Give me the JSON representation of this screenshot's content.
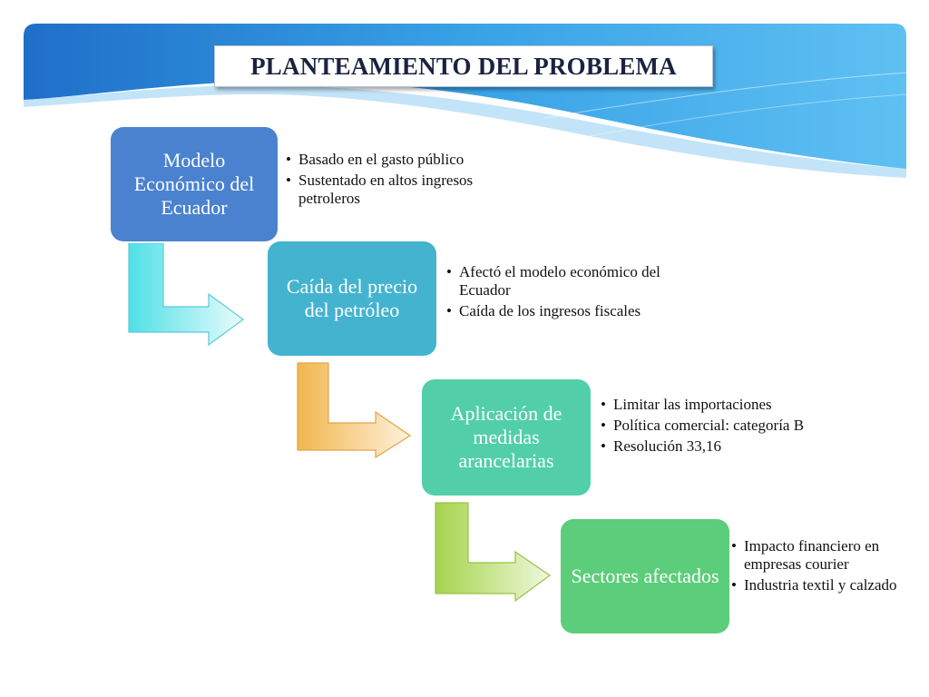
{
  "title": "PLANTEAMIENTO DEL PROBLEMA",
  "steps": [
    {
      "label": "Modelo Económico del Ecuador",
      "color": "#4a82d0",
      "bullets": [
        "Basado en el gasto público",
        "Sustentado en altos ingresos petroleros"
      ]
    },
    {
      "label": "Caída del precio del petróleo",
      "color": "#44b3cf",
      "bullets": [
        "Afectó el modelo económico del Ecuador",
        "Caída de los ingresos fiscales"
      ]
    },
    {
      "label": "Aplicación de medidas arancelarias",
      "color": "#52cfa8",
      "bullets": [
        "Limitar las importaciones",
        "Política comercial: categoría B",
        "Resolución 33,16"
      ]
    },
    {
      "label": "Sectores afectados",
      "color": "#5ccd7a",
      "bullets": [
        "Impacto financiero en empresas courier",
        "Industria textil y calzado"
      ]
    }
  ],
  "colors": {
    "banner": "#2f86d8",
    "arrow_1": "#4fe0e6",
    "arrow_2": "#f2b64e",
    "arrow_3": "#a6d34c"
  }
}
